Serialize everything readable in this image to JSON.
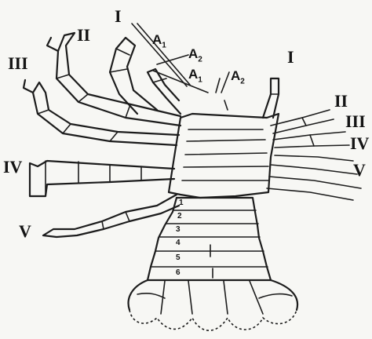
{
  "figure": {
    "legs_left": [
      "I",
      "II",
      "III",
      "IV",
      "V"
    ],
    "legs_right": [
      "I",
      "II",
      "III",
      "IV",
      "V"
    ],
    "antennae": [
      {
        "base": "A",
        "sub": "1"
      },
      {
        "base": "A",
        "sub": "2"
      },
      {
        "base": "A",
        "sub": "1"
      },
      {
        "base": "A",
        "sub": "2"
      }
    ],
    "abdominal_segments": [
      "1",
      "2",
      "3",
      "4",
      "5",
      "6"
    ]
  }
}
